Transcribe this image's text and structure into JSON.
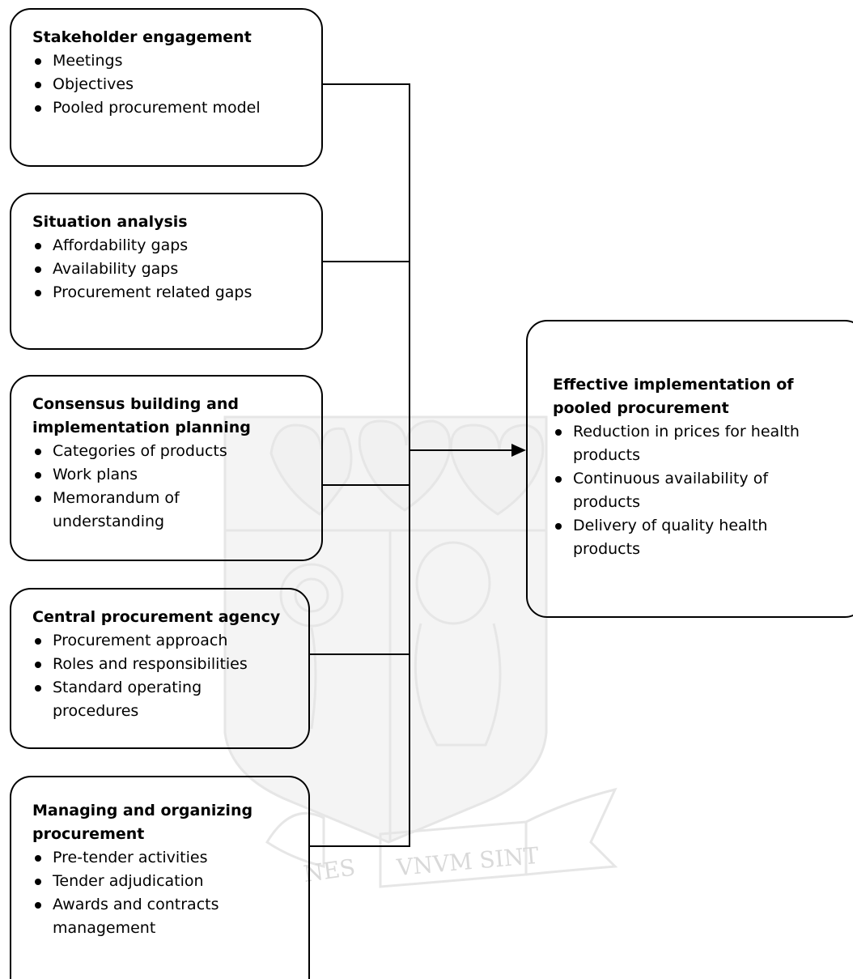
{
  "steps": [
    {
      "title": "Stakeholder engagement",
      "items": [
        "Meetings",
        "Objectives",
        "Pooled procurement model"
      ]
    },
    {
      "title": "Situation analysis",
      "items": [
        "Affordability gaps",
        "Availability gaps",
        "Procurement related gaps"
      ]
    },
    {
      "title_lines": [
        "Consensus building and",
        "implementation planning"
      ],
      "items": [
        "Categories of products",
        "Work plans",
        "Memorandum of understanding"
      ]
    },
    {
      "title": "Central procurement agency",
      "items": [
        "Procurement approach",
        "Roles and responsibilities",
        "Standard operating procedures"
      ]
    },
    {
      "title_lines": [
        "Managing and organizing",
        "procurement"
      ],
      "items": [
        "Pre-tender activities",
        "Tender adjudication",
        "Awards and contracts management"
      ]
    }
  ],
  "outcome": {
    "title_lines": [
      "Effective implementation of",
      "pooled procurement"
    ],
    "items": [
      "Reduction in prices for health products",
      "Continuous availability of products",
      "Delivery of quality health products"
    ]
  },
  "watermark": {
    "motto": [
      "NES",
      "VNVM SINT"
    ],
    "color": "#bfbfbf"
  },
  "colors": {
    "line": "#000000",
    "background": "#ffffff"
  }
}
